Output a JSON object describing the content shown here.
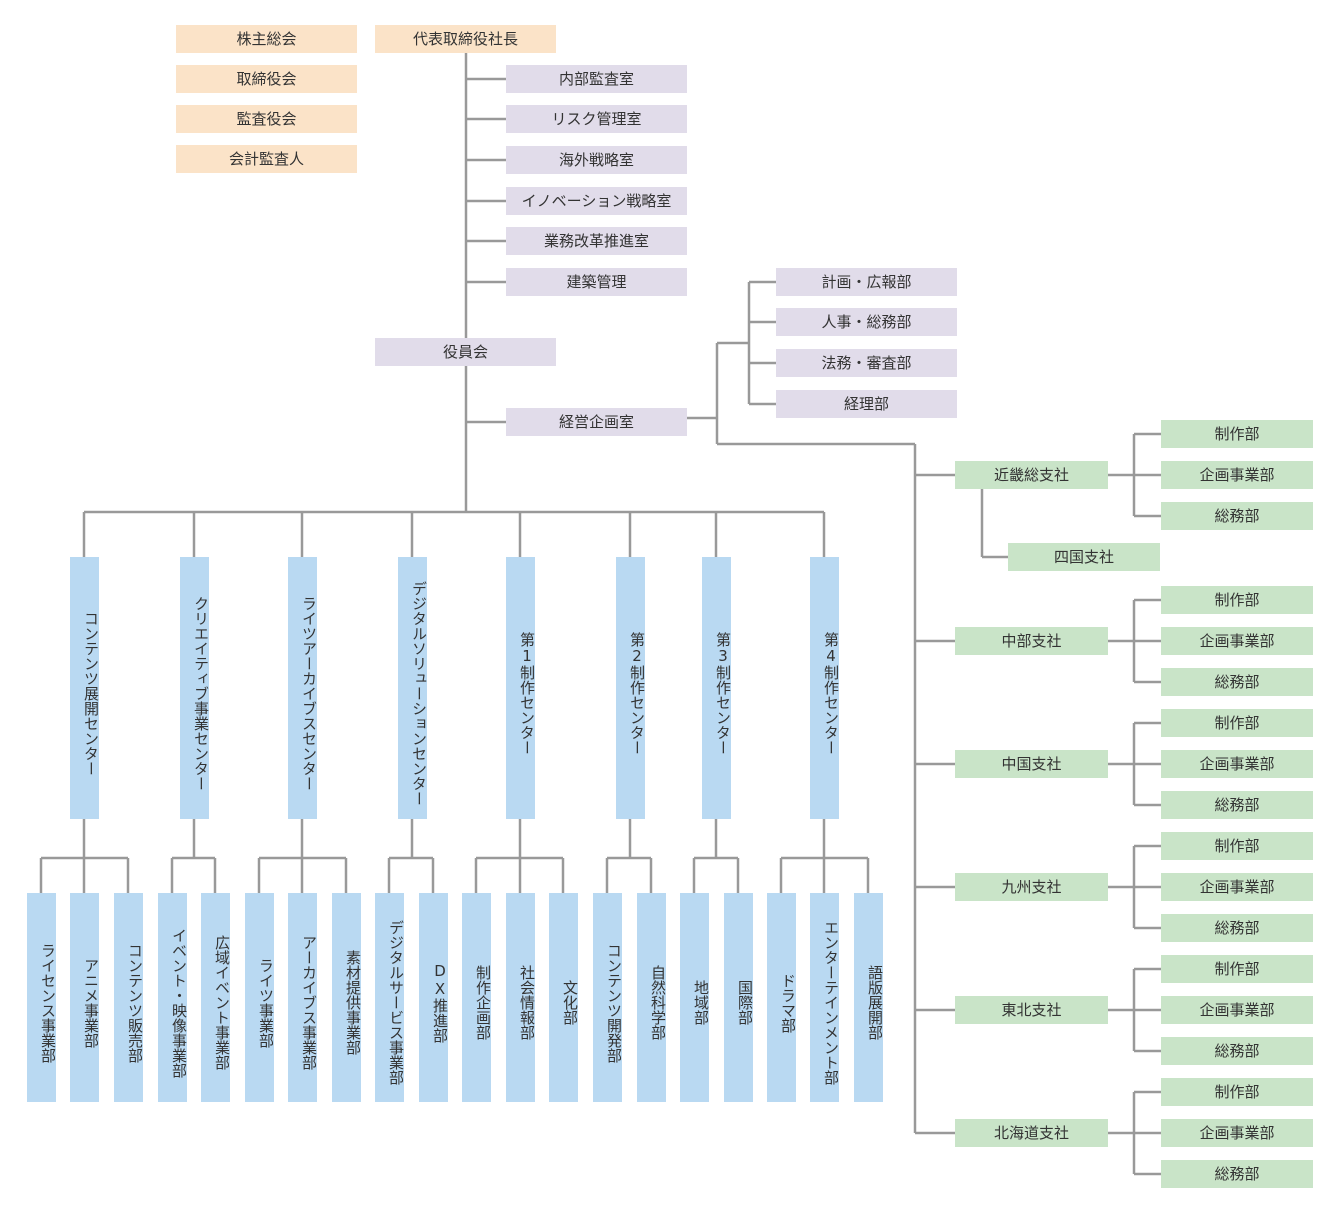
{
  "governance": [
    "株主総会",
    "取締役会",
    "監査役会",
    "会計監査人"
  ],
  "president": "代表取締役社長",
  "staff_offices": [
    "内部監査室",
    "リスク管理室",
    "海外戦略室",
    "イノベーション戦略室",
    "業務改革推進室",
    "建築管理"
  ],
  "board": "役員会",
  "planning_office": "経営企画室",
  "planning_departments": [
    "計画・広報部",
    "人事・総務部",
    "法務・審査部",
    "経理部"
  ],
  "centers": [
    {
      "name": "コンテンツ展開センター",
      "departments": [
        "ライセンス事業部",
        "アニメ事業部",
        "コンテンツ販売部"
      ]
    },
    {
      "name": "クリエイティブ事業センター",
      "departments": [
        "イベント・映像事業部",
        "広域イベント事業部"
      ]
    },
    {
      "name": "ライツアーカイブスセンター",
      "departments": [
        "ライツ事業部",
        "アーカイブス事業部",
        "素材提供事業部"
      ]
    },
    {
      "name": "デジタルソリューションセンター",
      "departments": [
        "デジタルサービス事業部",
        "DX推進部"
      ]
    },
    {
      "name": "第1制作センター",
      "departments": [
        "制作企画部",
        "社会情報部",
        "文化部"
      ]
    },
    {
      "name": "第2制作センター",
      "departments": [
        "コンテンツ開発部",
        "自然科学部"
      ]
    },
    {
      "name": "第3制作センター",
      "departments": [
        "地域部",
        "国際部"
      ]
    },
    {
      "name": "第4制作センター",
      "departments": [
        "ドラマ部",
        "エンターテインメント部",
        "語版展開部"
      ]
    }
  ],
  "branches": [
    {
      "name": "近畿総支社",
      "departments": [
        "制作部",
        "企画事業部",
        "総務部"
      ],
      "sub_branch": "四国支社"
    },
    {
      "name": "中部支社",
      "departments": [
        "制作部",
        "企画事業部",
        "総務部"
      ]
    },
    {
      "name": "中国支社",
      "departments": [
        "制作部",
        "企画事業部",
        "総務部"
      ]
    },
    {
      "name": "九州支社",
      "departments": [
        "制作部",
        "企画事業部",
        "総務部"
      ]
    },
    {
      "name": "東北支社",
      "departments": [
        "制作部",
        "企画事業部",
        "総務部"
      ]
    },
    {
      "name": "北海道支社",
      "departments": [
        "制作部",
        "企画事業部",
        "総務部"
      ]
    }
  ],
  "colors": {
    "line": "#999999",
    "text": "#333333",
    "peach": "#fbe3c8",
    "purple": "#e1dcea",
    "green": "#c9e4c8",
    "blue": "#b9d9f2"
  }
}
